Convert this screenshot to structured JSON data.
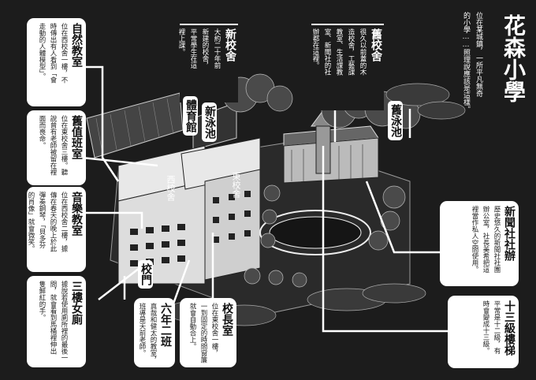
{
  "title": "花森小學",
  "subtitle": [
    "位在某城鎮，一所平凡無奇",
    "的小學……照理說應該是這樣。"
  ],
  "cards": {
    "nature": {
      "title": "自然教室",
      "desc": [
        "位在西校舍一樓，不",
        "時傳出有人看到「會",
        "走動的人體模型」。"
      ]
    },
    "duty": {
      "title": "舊值班室",
      "desc": [
        "位在東校舍三樓。聽",
        "說曾有老師被留在裡",
        "面而喪命。"
      ]
    },
    "music": {
      "title": "音樂教室",
      "desc": [
        "位在西校舍二樓，據",
        "傳在春天的晚上於此",
        "彈奏鋼琴，「貝多芬",
        "的肖像」就會微笑。"
      ]
    },
    "toilet": {
      "title": "三樓女廁",
      "desc": [
        "據說若使用廁所裡的最後一",
        "間，就會看到馬桶裡伸出",
        "隻鮮紅的手。"
      ]
    },
    "class62": {
      "title": "六年二班",
      "desc": [
        "真哉和健太的教室，",
        "班導是天前老師。"
      ]
    },
    "principal": {
      "title": "校長室",
      "desc": [
        "位在東校舍一樓，",
        "一到固定的時間窗簾",
        "就會自動合上。"
      ]
    },
    "newschool": {
      "title": "新校舍",
      "desc": [
        "大約二十年前",
        "新建的校舍，",
        "平常學生在這",
        "裡上課。"
      ]
    },
    "oldschool": {
      "title": "舊校舍",
      "desc": [
        "很久以前蓋的木",
        "造校舍，工藝課",
        "教室、生活課教",
        "室、新聞社的社",
        "辦都在這裡。"
      ]
    },
    "news": {
      "title": "新聞社社辦",
      "desc": [
        "歷史悠久的新聞社社團",
        "辦公室，社長美希把這",
        "裡當作私人空間使用。"
      ]
    },
    "stairs": {
      "title": "十三級樓梯",
      "desc": [
        "平常是十二級，有",
        "時會變成十三級。"
      ]
    }
  },
  "tags": {
    "gym": "體育館",
    "newpool": "新泳池",
    "oldpool": "舊泳池",
    "gate": "校門"
  },
  "buildings": {
    "west": "西校舍",
    "east": "東校舍"
  },
  "colors": {
    "background": "#1c1c1c",
    "card": "#ffffff"
  }
}
